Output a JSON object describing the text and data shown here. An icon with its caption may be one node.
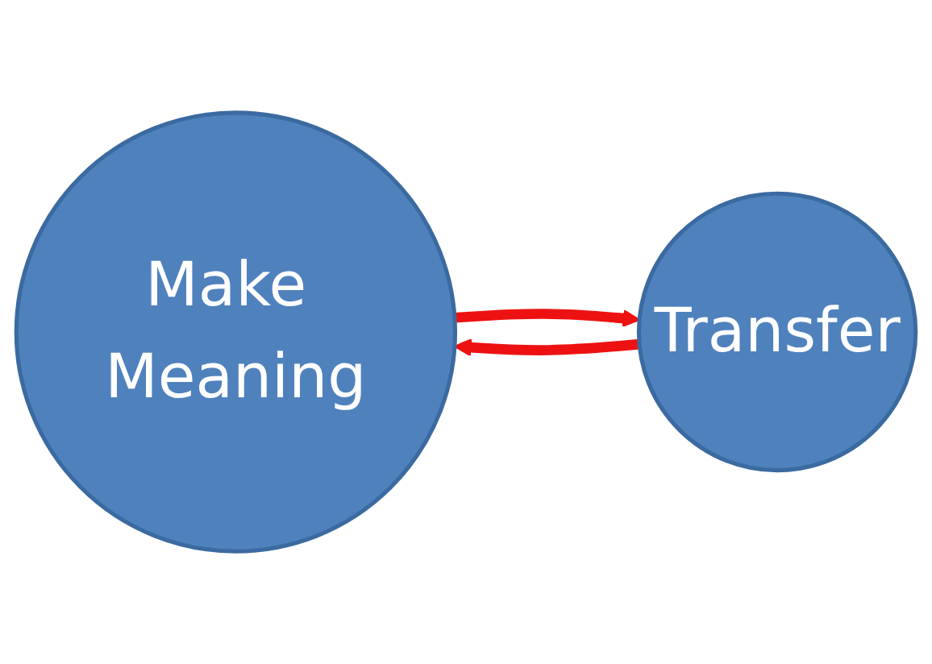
{
  "diagram": {
    "nodes": [
      {
        "text": [
          "Make Meaning"
        ]
      },
      {
        "text": [
          "Transfer"
        ]
      }
    ],
    "edges": [
      {
        "from": 0,
        "to": 1,
        "arrow": "to"
      },
      {
        "from": 1,
        "to": 0,
        "arrow": "to"
      }
    ]
  }
}
